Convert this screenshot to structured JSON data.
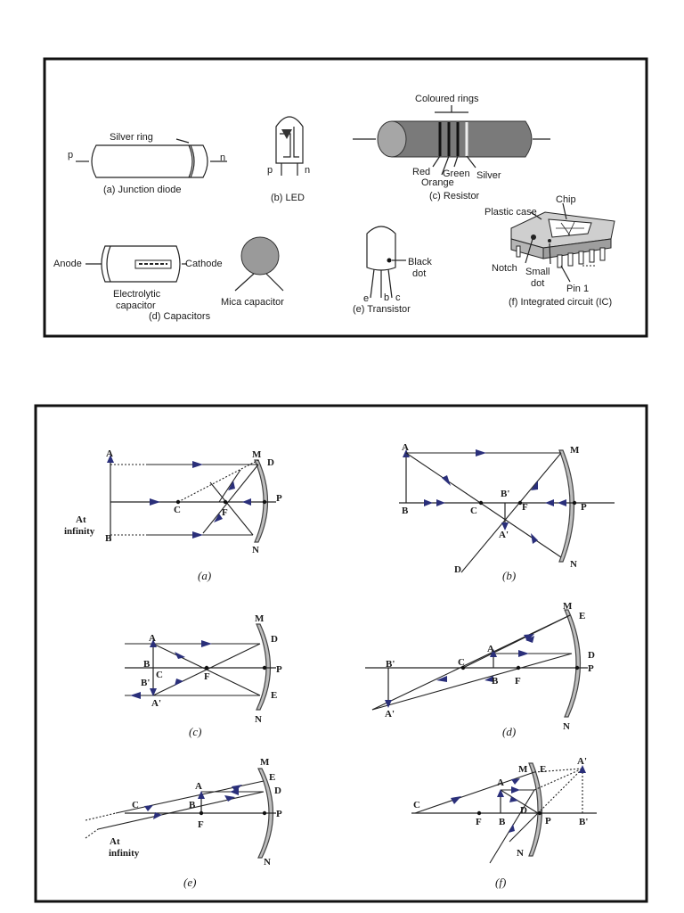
{
  "components": {
    "junction_diode": {
      "p": "p",
      "n": "n",
      "ring": "Silver ring",
      "caption": "(a) Junction diode"
    },
    "led": {
      "p": "p",
      "n": "n",
      "caption": "(b) LED"
    },
    "resistor": {
      "rings_label": "Coloured rings",
      "red": "Red",
      "orange": "Orange",
      "green": "Green",
      "silver": "Silver",
      "caption": "(c) Resistor"
    },
    "capacitors": {
      "anode": "Anode",
      "cathode": "Cathode",
      "electrolytic": "Electrolytic",
      "capacitor": "capacitor",
      "mica": "Mica capacitor",
      "caption": "(d) Capacitors"
    },
    "transistor": {
      "black": "Black",
      "dot": "dot",
      "e": "e",
      "b": "b",
      "c": "c",
      "caption": "(e) Transistor"
    },
    "ic": {
      "chip": "Chip",
      "plastic_case": "Plastic case",
      "notch": "Notch",
      "small": "Small",
      "dot": "dot",
      "pin1": "Pin 1",
      "caption": "(f) Integrated circuit (IC)"
    }
  },
  "mirrors": {
    "a": {
      "A": "A",
      "B": "B",
      "C": "C",
      "F": "F",
      "M": "M",
      "D": "D",
      "P": "P",
      "N": "N",
      "at": "At",
      "infinity": "infinity",
      "caption": "(a)"
    },
    "b": {
      "A": "A",
      "B": "B",
      "C": "C",
      "F": "F",
      "M": "M",
      "P": "P",
      "N": "N",
      "Bp": "B'",
      "Ap": "A'",
      "D": "D",
      "caption": "(b)"
    },
    "c": {
      "A": "A",
      "B": "B",
      "C": "C",
      "F": "F",
      "M": "M",
      "D": "D",
      "P": "P",
      "E": "E",
      "N": "N",
      "Bp": "B'",
      "Ap": "A'",
      "caption": "(c)"
    },
    "d": {
      "A": "A",
      "B": "B",
      "C": "C",
      "F": "F",
      "M": "M",
      "E": "E",
      "D": "D",
      "P": "P",
      "N": "N",
      "Bp": "B'",
      "Ap": "A'",
      "caption": "(d)"
    },
    "e": {
      "A": "A",
      "B": "B",
      "C": "C",
      "F": "F",
      "M": "M",
      "E": "E",
      "D": "D",
      "P": "P",
      "N": "N",
      "at": "At",
      "infinity": "infinity",
      "caption": "(e)"
    },
    "f": {
      "A": "A",
      "B": "B",
      "C": "C",
      "F": "F",
      "M": "M",
      "E": "E",
      "D": "D",
      "P": "P",
      "N": "N",
      "Bp": "B'",
      "Ap": "A'",
      "caption": "(f)"
    }
  }
}
